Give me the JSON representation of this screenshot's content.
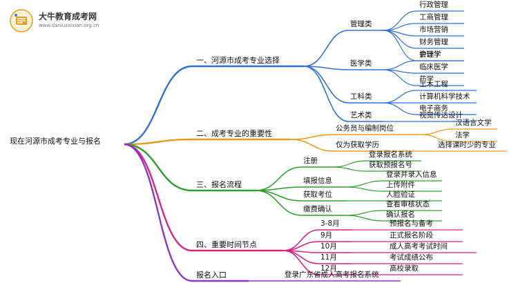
{
  "header": {
    "brand": "大牛教育成考网",
    "site": "www.daniuzaixian.org.cn"
  },
  "root": "现在河源市成考专业与报名",
  "colors": {
    "blue": "#2f6fd6",
    "green": "#2e9c2e",
    "orange": "#e89a1b",
    "teal": "#24a57a",
    "magenta": "#d8247a",
    "purple": "#8a35c9"
  },
  "branches": [
    {
      "label": "一、河源市成考专业选择",
      "groups": [
        {
          "label": "管理类",
          "items": [
            "行政管理",
            "工商管理",
            "市场营销",
            "财务管理",
            "会计学"
          ]
        },
        {
          "label": "医学类",
          "items": [
            "护理学",
            "临床医学",
            "药学"
          ]
        },
        {
          "label": "工科类",
          "items": [
            "土木工程",
            "计算机科学技术",
            "电子商务"
          ]
        },
        {
          "label": "艺术类",
          "items": [
            "视觉传达设计"
          ]
        }
      ]
    },
    {
      "label": "二、成考专业的重要性",
      "groups": [
        {
          "label": "公务员与编制岗位",
          "items": [
            "汉语言文学",
            "法学"
          ]
        },
        {
          "label": "仅为获取学历",
          "items": [
            "选择课时少的专业"
          ]
        }
      ]
    },
    {
      "label": "三、报名流程",
      "groups": [
        {
          "label": "注册",
          "items": [
            "登录报名系统",
            "获取预报名号"
          ]
        },
        {
          "label": "填报信息",
          "items": [
            "登录并录入信息",
            "上传附件"
          ]
        },
        {
          "label": "获取考位",
          "items": [
            "人脸验证"
          ]
        },
        {
          "label": "缴费确认",
          "items": [
            "查看审核状态",
            "确认报名"
          ]
        }
      ]
    },
    {
      "label": "四、重要时间节点",
      "groups": [
        {
          "label": "3-8月",
          "items": [
            "预报名与备考"
          ]
        },
        {
          "label": "9月",
          "items": [
            "正式报名阶段"
          ]
        },
        {
          "label": "10月",
          "items": [
            "成人高考考试时间"
          ]
        },
        {
          "label": "11月",
          "items": [
            "考试成绩公布"
          ]
        },
        {
          "label": "12月",
          "items": [
            "高校录取"
          ]
        }
      ]
    },
    {
      "label": "报名入口",
      "groups": [
        {
          "label": "登录广东省成人高考报名系统",
          "items": []
        }
      ]
    }
  ]
}
